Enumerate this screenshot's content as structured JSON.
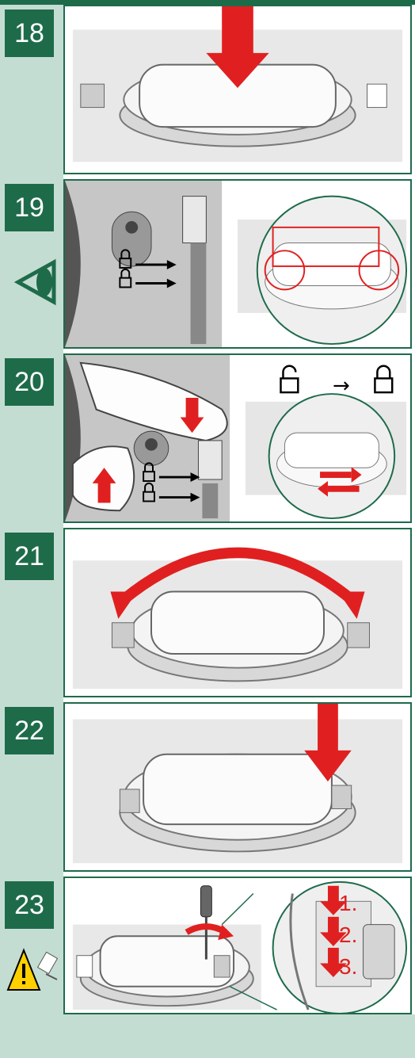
{
  "steps": [
    {
      "number": "18",
      "icons": [
        "arrow-down-icon"
      ]
    },
    {
      "number": "19",
      "icons": [
        "eye-icon",
        "lock-closed-icon",
        "lock-open-icon"
      ]
    },
    {
      "number": "20",
      "icons": [
        "finger-icon",
        "lock-open-icon",
        "lock-closed-icon"
      ],
      "lock_caption": "→"
    },
    {
      "number": "21",
      "icons": [
        "curved-arrow-icon"
      ]
    },
    {
      "number": "22",
      "icons": [
        "arrow-down-icon"
      ]
    },
    {
      "number": "23",
      "icons": [
        "screwdriver-icon",
        "warning-icon"
      ],
      "substeps": [
        "1.",
        "2.",
        "3."
      ]
    }
  ],
  "colors": {
    "accent": "#1e6b4a",
    "rail": "#c4ddd3",
    "arrow": "#e02020"
  }
}
